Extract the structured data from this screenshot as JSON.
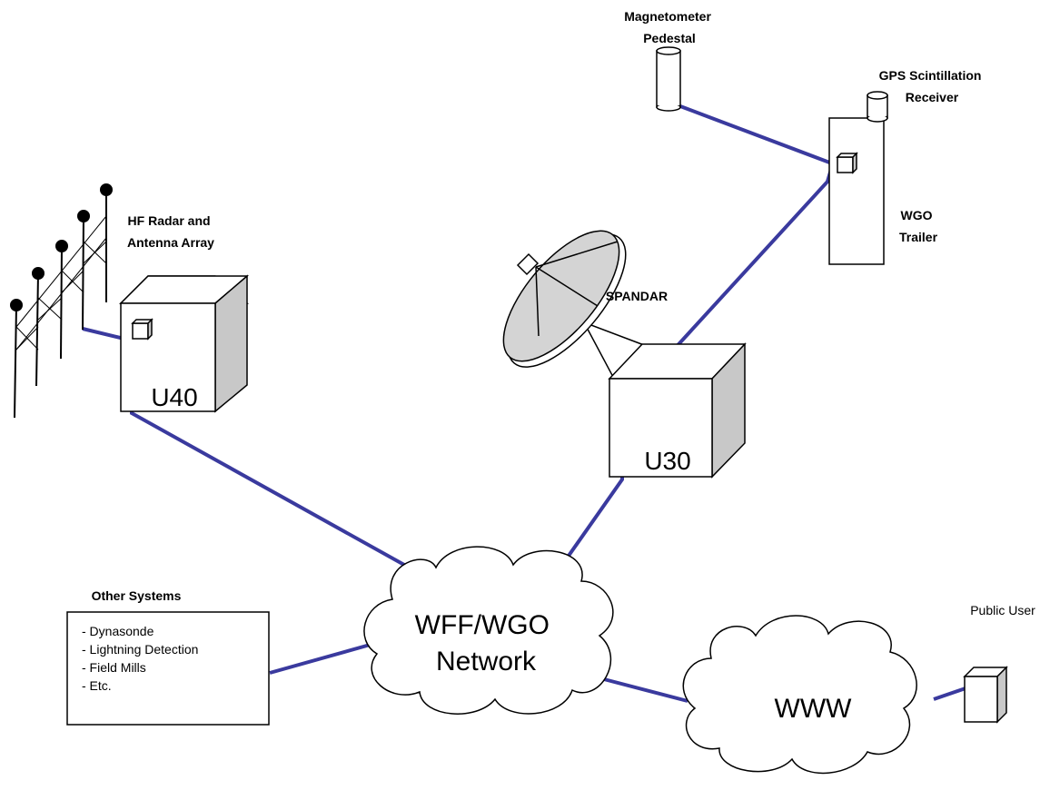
{
  "colors": {
    "link": "#3a3a9e",
    "box_front": "#ffffff",
    "box_side": "#c8c8c8",
    "box_top": "#ffffff",
    "stroke": "#000000"
  },
  "labels": {
    "hf_radar": [
      "HF Radar and",
      "Antenna Array"
    ],
    "magnetometer": [
      "Magnetometer",
      "Pedestal"
    ],
    "gps": [
      "GPS Scintillation",
      "Receiver"
    ],
    "wgo_trailer": [
      "WGO",
      "Trailer"
    ],
    "spandar": "SPANDAR",
    "u40": "U40",
    "u30": "U30",
    "other_systems_title": "Other Systems",
    "other_systems_items": [
      "- Dynasonde",
      "- Lightning Detection",
      "- Field Mills",
      "- Etc."
    ],
    "network": [
      "WFF/WGO",
      "Network"
    ],
    "www": "WWW",
    "public_user": "Public User"
  },
  "icons": {
    "antenna": "antenna-array-icon",
    "dish": "satellite-dish-icon",
    "cylinder": "cylinder-icon",
    "cloud": "cloud-icon",
    "computer": "computer-box-icon"
  }
}
